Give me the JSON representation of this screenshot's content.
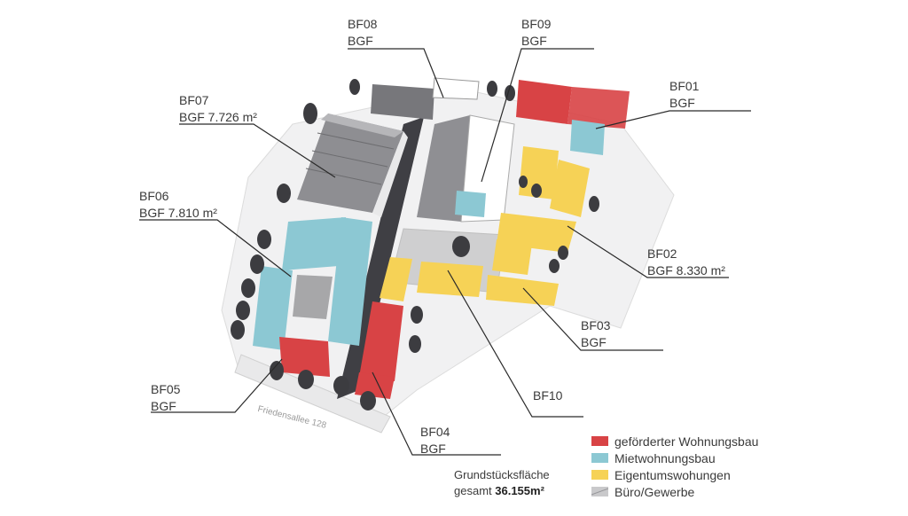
{
  "colors": {
    "gefoerdert": "#d84345",
    "miet": "#8cc8d3",
    "eigentum": "#f6d256",
    "buero": "#a7a7a9",
    "tree": "#3c3c40",
    "line": "#2a2a2a"
  },
  "fields": [
    {
      "id": "BF01",
      "label": "BF01",
      "value": "BGF"
    },
    {
      "id": "BF02",
      "label": "BF02",
      "value": "BGF 8.330 m²"
    },
    {
      "id": "BF03",
      "label": "BF03",
      "value": "BGF"
    },
    {
      "id": "BF04",
      "label": "BF04",
      "value": "BGF"
    },
    {
      "id": "BF05",
      "label": "BF05",
      "value": "BGF"
    },
    {
      "id": "BF06",
      "label": "BF06",
      "value": "BGF 7.810 m²"
    },
    {
      "id": "BF07",
      "label": "BF07",
      "value": "BGF 7.726 m²"
    },
    {
      "id": "BF08",
      "label": "BF08",
      "value": "BGF"
    },
    {
      "id": "BF09",
      "label": "BF09",
      "value": "BGF"
    },
    {
      "id": "BF10",
      "label": "BF10",
      "value": ""
    }
  ],
  "legend": [
    {
      "label": "geförderter Wohnungsbau",
      "color": "#d84345"
    },
    {
      "label": "Mietwohnungsbau",
      "color": "#8cc8d3"
    },
    {
      "label": "Eigentumswohungen",
      "color": "#f6d256"
    },
    {
      "label": "Büro/Gewerbe",
      "color": "#a7a7a9"
    }
  ],
  "summary": {
    "line1": "Grundstücksfläche",
    "line2_prefix": "gesamt ",
    "line2_value": "36.155m²"
  },
  "street_label": "Friedensallee 128"
}
